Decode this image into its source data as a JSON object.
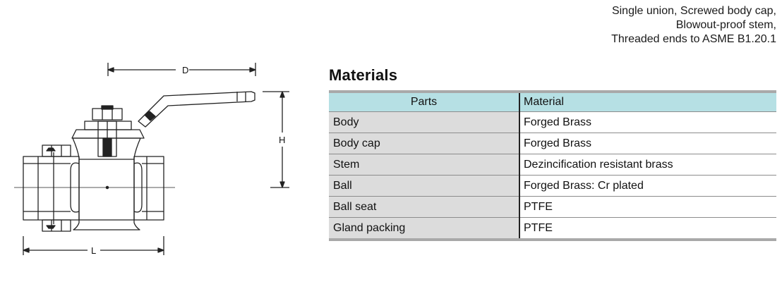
{
  "description": {
    "lines": [
      "Single union, Screwed body cap,",
      "Blowout-proof stem,",
      "Threaded ends to ASME B1.20.1"
    ]
  },
  "drawing": {
    "dim_d": "D",
    "dim_h": "H",
    "dim_l": "L"
  },
  "materials": {
    "title": "Materials",
    "headers": {
      "parts": "Parts",
      "material": "Material"
    },
    "rows": [
      {
        "part": "Body",
        "material": "Forged Brass"
      },
      {
        "part": "Body cap",
        "material": "Forged Brass"
      },
      {
        "part": "Stem",
        "material": "Dezincification resistant brass"
      },
      {
        "part": "Ball",
        "material": "Forged Brass: Cr plated"
      },
      {
        "part": "Ball seat",
        "material": "PTFE"
      },
      {
        "part": "Gland packing",
        "material": "PTFE"
      }
    ]
  },
  "colors": {
    "header_bg": "#b6e0e4",
    "part_cell_bg": "#dcdcdc",
    "table_rule": "#a9a9a9"
  }
}
